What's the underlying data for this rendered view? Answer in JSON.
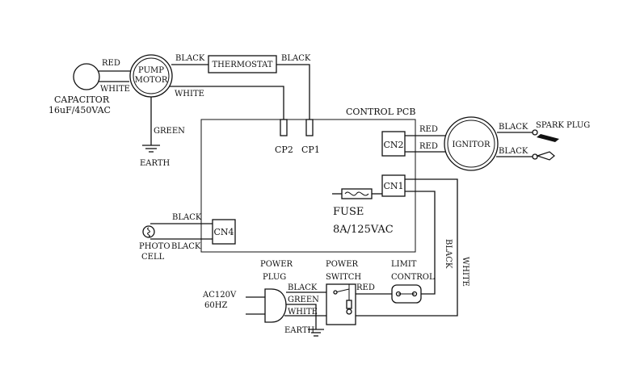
{
  "components": {
    "capacitor": {
      "name": "CAPACITOR",
      "rating": "16uF/450VAC"
    },
    "pump_motor": {
      "line1": "PUMP",
      "line2": "MOTOR"
    },
    "thermostat": {
      "name": "THERMOSTAT"
    },
    "control_pcb": {
      "name": "CONTROL PCB"
    },
    "cp2": "CP2",
    "cp1": "CP1",
    "cn1": "CN1",
    "cn2": "CN2",
    "cn4": "CN4",
    "ignitor": "IGNITOR",
    "spark_plug": "SPARK PLUG",
    "fuse": {
      "name": "FUSE",
      "rating": "8A/125VAC"
    },
    "photo_cell": {
      "line1": "PHOTO",
      "line2": "CELL"
    },
    "power_plug": {
      "line1": "POWER",
      "line2": "PLUG"
    },
    "power_switch": {
      "line1": "POWER",
      "line2": "SWITCH"
    },
    "limit_control": {
      "line1": "LIMIT",
      "line2": "CONTROL"
    },
    "supply": {
      "line1": "AC120V",
      "line2": "60HZ"
    },
    "earth_motor": "EARTH",
    "earth_plug": "EARTH"
  },
  "wire_labels": {
    "cap_motor": "RED",
    "cap_motor_return": "WHITE",
    "motor_thermostat": "BLACK",
    "thermostat_cp1": "BLACK",
    "motor_cp2": "WHITE",
    "motor_ground": "GREEN",
    "cn2_ignitor_top": "RED",
    "cn2_ignitor_bottom": "RED",
    "ignitor_spark_top": "BLACK",
    "ignitor_spark_bottom": "BLACK",
    "cn4_photo_top": "BLACK",
    "cn4_photo_bottom": "BLACK",
    "cn1_limit": "BLACK",
    "cn1_plug": "WHITE",
    "plug_black": "BLACK",
    "plug_green": "GREEN",
    "plug_white": "WHITE",
    "switch_limit": "RED"
  }
}
